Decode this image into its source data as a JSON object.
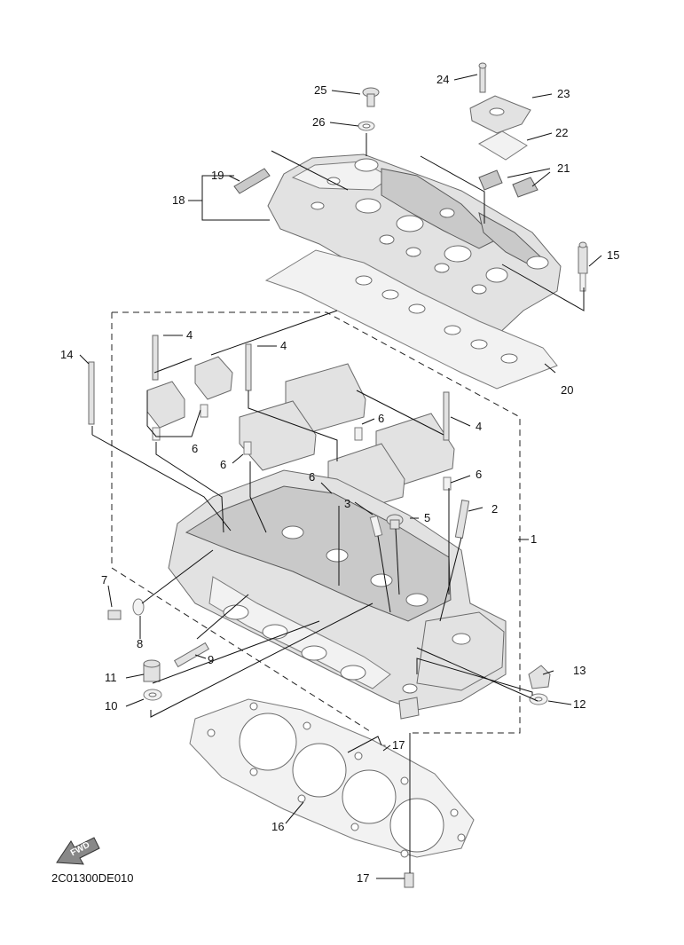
{
  "diagram_code": "2C01300DE010",
  "fwd_label": "FWD",
  "callouts": [
    {
      "id": "c1",
      "text": "1"
    },
    {
      "id": "c2",
      "text": "2"
    },
    {
      "id": "c3",
      "text": "3"
    },
    {
      "id": "c4a",
      "text": "4"
    },
    {
      "id": "c4b",
      "text": "4"
    },
    {
      "id": "c4c",
      "text": "4"
    },
    {
      "id": "c5",
      "text": "5"
    },
    {
      "id": "c6a",
      "text": "6"
    },
    {
      "id": "c6b",
      "text": "6"
    },
    {
      "id": "c6c",
      "text": "6"
    },
    {
      "id": "c6d",
      "text": "6"
    },
    {
      "id": "c6e",
      "text": "6"
    },
    {
      "id": "c7",
      "text": "7"
    },
    {
      "id": "c8",
      "text": "8"
    },
    {
      "id": "c9",
      "text": "9"
    },
    {
      "id": "c10",
      "text": "10"
    },
    {
      "id": "c11",
      "text": "11"
    },
    {
      "id": "c12",
      "text": "12"
    },
    {
      "id": "c13",
      "text": "13"
    },
    {
      "id": "c14",
      "text": "14"
    },
    {
      "id": "c15",
      "text": "15"
    },
    {
      "id": "c16",
      "text": "16"
    },
    {
      "id": "c17a",
      "text": "17"
    },
    {
      "id": "c17b",
      "text": "17"
    },
    {
      "id": "c18",
      "text": "18"
    },
    {
      "id": "c19",
      "text": "19"
    },
    {
      "id": "c20",
      "text": "20"
    },
    {
      "id": "c21",
      "text": "21"
    },
    {
      "id": "c22",
      "text": "22"
    },
    {
      "id": "c23",
      "text": "23"
    },
    {
      "id": "c24",
      "text": "24"
    },
    {
      "id": "c25",
      "text": "25"
    },
    {
      "id": "c26",
      "text": "26"
    }
  ]
}
